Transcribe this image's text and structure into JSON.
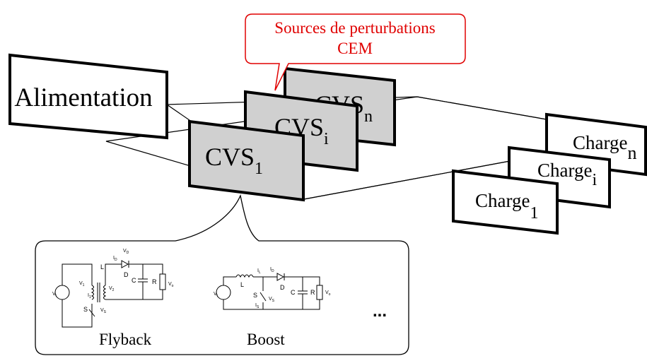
{
  "callout": {
    "line1": "Sources de perturbations",
    "line2": "CEM",
    "color": "#e00000"
  },
  "blocks": {
    "alimentation": "Alimentation",
    "cvs": "CVS",
    "cvs_subs": [
      "1",
      "i",
      "n"
    ],
    "charge": "Charge",
    "charge_subs": [
      "1",
      "i",
      "n"
    ]
  },
  "circuits": {
    "flyback": {
      "label": "Flyback",
      "tags": {
        "vi": "V",
        "vi_sub": "i",
        "v1": "V",
        "v1_sub": "1",
        "v2": "V",
        "v2_sub": "2",
        "i1": "I",
        "i1_sub": "1",
        "vD": "V",
        "vD_sub": "D",
        "iD": "I",
        "iD_sub": "D",
        "L": "L",
        "D": "D",
        "C": "C",
        "R": "R",
        "vo": "V",
        "vo_sub": "o",
        "S": "S",
        "vs": "V",
        "vs_sub": "S"
      }
    },
    "boost": {
      "label": "Boost",
      "tags": {
        "vi": "V",
        "vi_sub": "i",
        "L": "L",
        "iL": "I",
        "iL_sub": "L",
        "iD": "I",
        "iD_sub": "D",
        "D": "D",
        "C": "C",
        "R": "R",
        "vo": "V",
        "vo_sub": "o",
        "S": "S",
        "vs": "V",
        "vs_sub": "S",
        "is": "I",
        "is_sub": "S"
      }
    },
    "more": "..."
  }
}
